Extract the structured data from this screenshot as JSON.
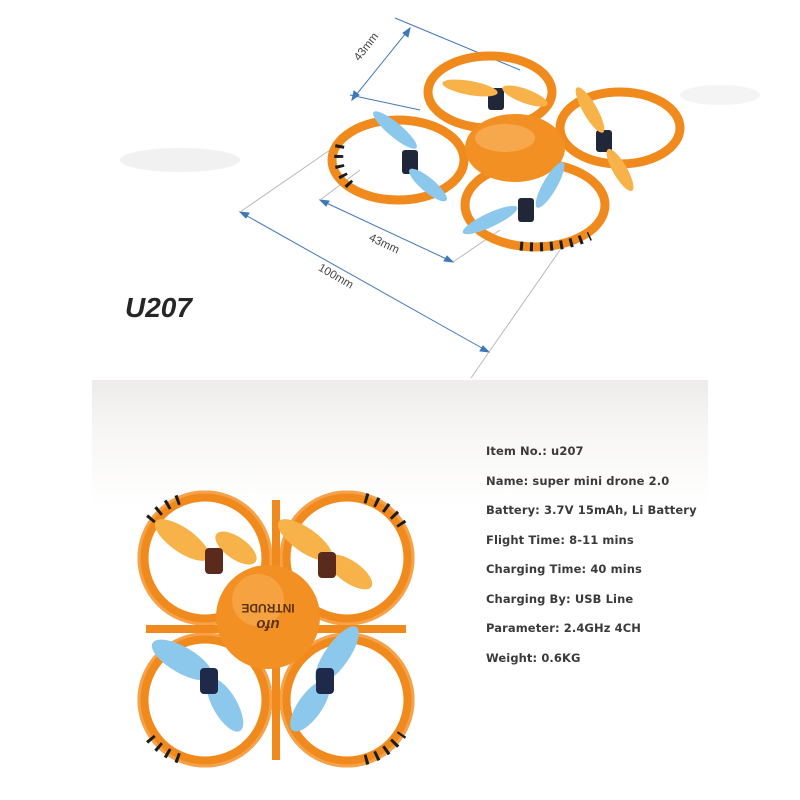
{
  "top_panel": {
    "model": "U207",
    "dimensions": {
      "prop_span_top": "43mm",
      "prop_span_bottom": "43mm",
      "overall_span": "100mm"
    }
  },
  "body_print": "INTRUDE",
  "specs": [
    "Item No.: u207",
    "Name: super mini drone 2.0",
    "Battery: 3.7V 15mAh, Li Battery",
    "Flight Time: 8-11 mins",
    "Charging Time: 40 mins",
    "Charging By: USB Line",
    "Parameter: 2.4GHz 4CH",
    "Weight: 0.6KG"
  ],
  "colors": {
    "frame_orange": "#f08a1c",
    "prop_yellow": "#f7b24a",
    "prop_blue": "#8cc8ec",
    "dimension_line": "#3f78b8"
  }
}
